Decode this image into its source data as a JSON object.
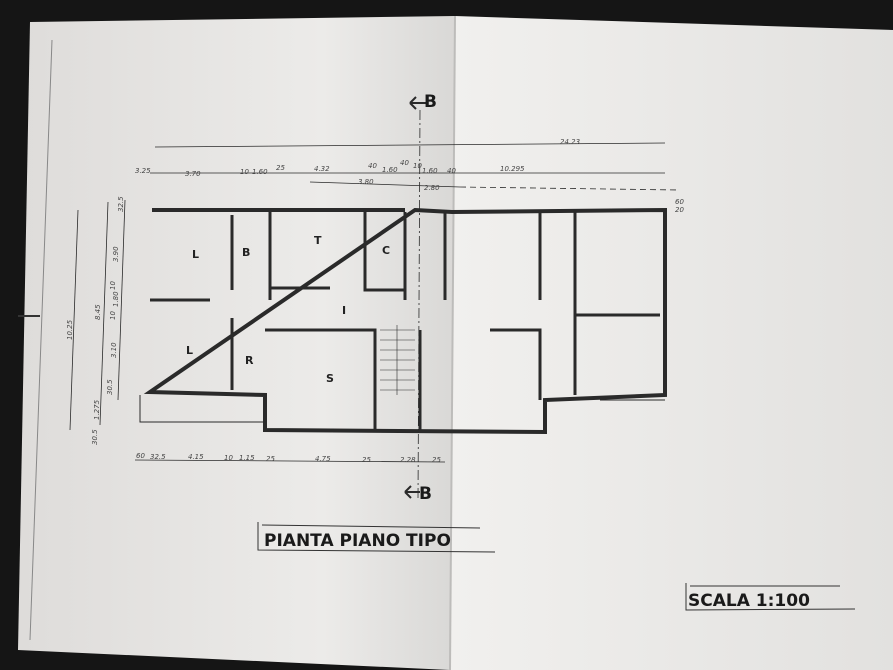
{
  "drawing": {
    "title": "PIANTA PIANO TIPO",
    "scale": "SCALA 1:100",
    "section_marker_top": "B",
    "section_marker_bottom": "B",
    "rooms": [
      "L",
      "B",
      "T",
      "C",
      "L",
      "R",
      "I",
      "S"
    ],
    "dimensions_top_overall": "24.23",
    "dimensions_top": [
      "3.25",
      "3.70",
      "10",
      "1.60",
      "25",
      "4.32",
      "40",
      "1.60",
      "40",
      "10",
      "1.60",
      "40",
      "10.295"
    ],
    "dimensions_balcony": [
      "3.80",
      "2.80"
    ],
    "dimensions_right": [
      "60",
      "20"
    ],
    "dimensions_left": [
      "10.25",
      "8.45",
      "32.5",
      "3.90",
      "10",
      "1.80",
      "10",
      "3.10",
      "30.5",
      "1.275",
      "30.5"
    ],
    "dimensions_bottom": [
      "60",
      "32.5",
      "4.15",
      "10",
      "1.15",
      "25",
      "4.75",
      "25",
      "2.28",
      "25"
    ]
  },
  "colors": {
    "background": "#151515",
    "paper": "#e9e8e6",
    "ink": "#2a2a2a"
  }
}
